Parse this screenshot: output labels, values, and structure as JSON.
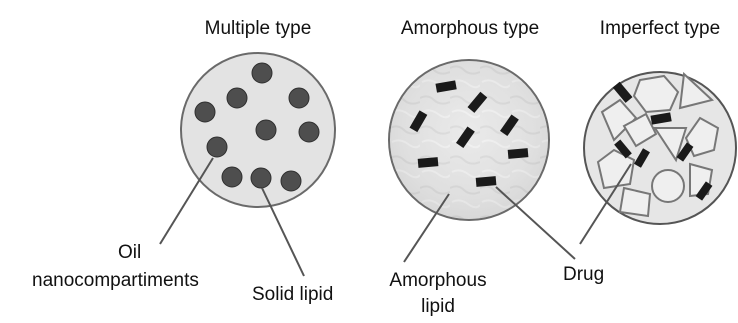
{
  "panels": [
    {
      "title": "Multiple type"
    },
    {
      "title": "Amorphous type"
    },
    {
      "title": "Imperfect type"
    }
  ],
  "labels": {
    "oil_line1": "Oil",
    "oil_line2": "nanocompartiments",
    "solid_lipid": "Solid lipid",
    "amorphous_line1": "Amorphous",
    "amorphous_line2": "lipid",
    "drug": "Drug"
  },
  "colors": {
    "particle_fill": "#e6e6e6",
    "particle_stroke": "#6a6a6a",
    "oil_droplet": "#4e4e4e",
    "drug_block": "#1a1a1a",
    "crystal_stroke": "#777777"
  }
}
